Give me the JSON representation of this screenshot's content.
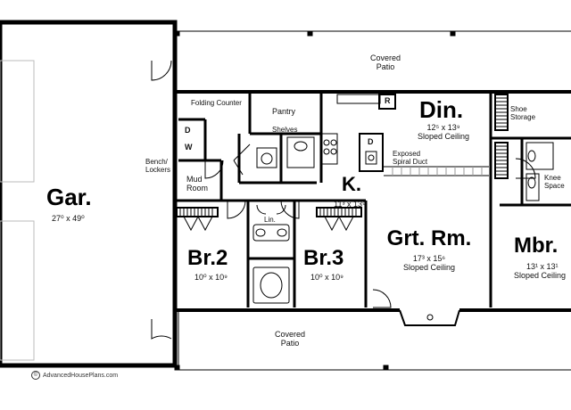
{
  "rooms": {
    "garage": {
      "name": "Gar.",
      "dim": "27⁰ x 49⁰"
    },
    "covered_patio_top": "Covered\nPatio",
    "covered_patio_bottom": "Covered\nPatio",
    "dining": {
      "name": "Din.",
      "dim": "12⁵ x 13⁹",
      "note": "Sloped Ceiling"
    },
    "kitchen": {
      "name": "K.",
      "dim": "11³ x 13⁹"
    },
    "great_room": {
      "name": "Grt. Rm.",
      "dim": "17³ x 15⁶",
      "note": "Sloped Ceiling"
    },
    "master": {
      "name": "Mbr.",
      "dim": "13¹ x 13¹",
      "note": "Sloped Ceiling"
    },
    "bedroom2": {
      "name": "Br.2",
      "dim": "10⁰ x 10⁹"
    },
    "bedroom3": {
      "name": "Br.3",
      "dim": "10⁰ x 10⁹"
    },
    "mud_room": "Mud\nRoom",
    "pantry": "Pantry",
    "shelves": "Shelves",
    "folding_counter": "Folding Counter",
    "bench_lockers": "Bench/\nLockers",
    "linen": "Lin.",
    "shoe_storage": "Shoe\nStorage",
    "knee_space": "Knee\nSpace",
    "exposed_duct": "Exposed\nSpiral Duct"
  },
  "appliances": {
    "dryer_1": "D",
    "washer": "W",
    "refrigerator": "R",
    "dishwasher": "D"
  },
  "credit": "AdvancedHousePlans.com"
}
